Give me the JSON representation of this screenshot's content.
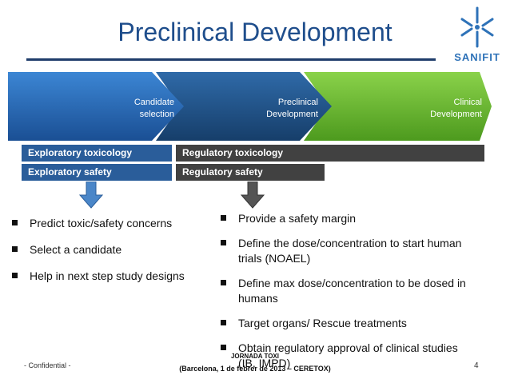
{
  "title": "Preclinical Development",
  "logo": {
    "name": "SANIFIT"
  },
  "stages": [
    {
      "label": "Candidate\nselection"
    },
    {
      "label": "Preclinical\nDevelopment"
    },
    {
      "label": "Clinical\nDevelopment"
    }
  ],
  "bars": {
    "exploratory_toxicology": "Exploratory toxicology",
    "exploratory_safety": "Exploratory safety",
    "regulatory_toxicology": "Regulatory toxicology",
    "regulatory_safety": "Regulatory safety"
  },
  "left_bullets": [
    "Predict toxic/safety concerns",
    "Select a candidate",
    "Help in next step study designs"
  ],
  "right_bullets": [
    "Provide a safety margin",
    "Define the dose/concentration to start human trials  (NOAEL)",
    "Define max dose/concentration to be dosed in humans",
    "Target organs/ Rescue treatments",
    "Obtain regulatory approval of clinical studies (IB, IMPD)"
  ],
  "footer": {
    "confidential": "- Confidential -",
    "speaker": "JORNADA TOXI",
    "event": "(Barcelona, 1 de febrer de 2013 – CERETOX)",
    "page": "4"
  },
  "colors": {
    "title": "#1f4e8c",
    "stage1": "#1f5fae",
    "stage2": "#1d4f82",
    "stage3": "#6ab82e",
    "exploratory_bar": "#2a5d9a",
    "regulatory_bar": "#414141"
  }
}
